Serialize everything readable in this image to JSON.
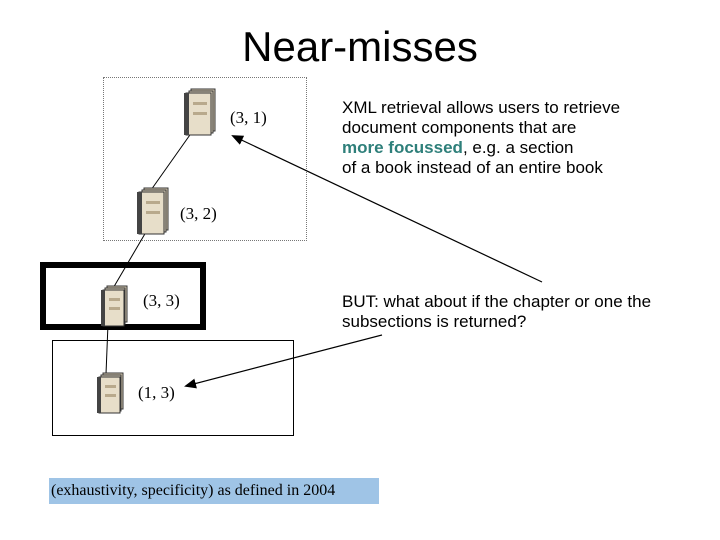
{
  "slide": {
    "title": "Near-misses",
    "nodes": [
      {
        "label": "(3, 1)"
      },
      {
        "label": "(3, 2)"
      },
      {
        "label": "(3, 3)"
      },
      {
        "label": "(1, 3)"
      }
    ],
    "text_top": {
      "line1": "XML retrieval allows users to retrieve",
      "line2": "document components that are",
      "line3_accent": "more focussed",
      "line3_rest": ", e.g.  a section",
      "line4": "of a book instead of an entire book"
    },
    "text_bottom": {
      "line1": "BUT: what about if the chapter or one the",
      "line2": "subsections is returned?"
    },
    "caption": "(exhaustivity, specificity) as defined in 2004",
    "colors": {
      "accent": "#2e7f7a",
      "caption_bg": "#9fc4e6"
    }
  }
}
